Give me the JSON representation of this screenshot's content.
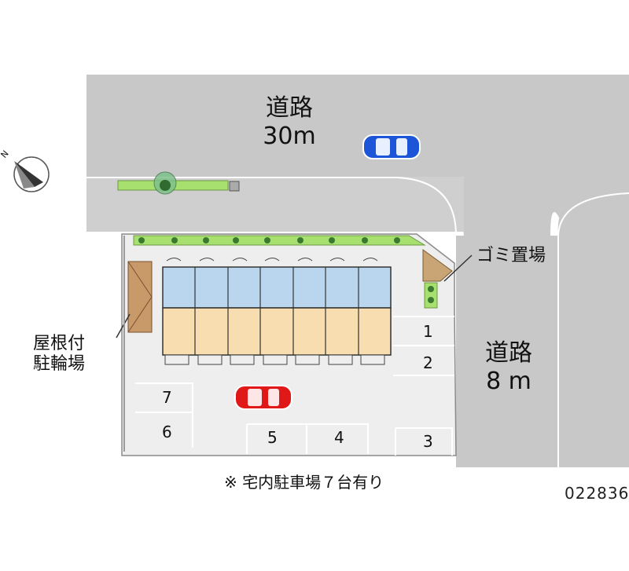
{
  "roads": {
    "north": {
      "name": "道路",
      "width": "30m"
    },
    "east": {
      "name": "道路",
      "width": "8 m"
    }
  },
  "labels": {
    "garbage": "ゴミ置場",
    "covered_parking_line1": "屋根付",
    "covered_parking_line2": "駐輪場"
  },
  "parking_slots": [
    "1",
    "2",
    "3",
    "4",
    "5",
    "6",
    "7"
  ],
  "note": "※ 宅内駐車場７台有り",
  "property_code": "022836",
  "compass": {
    "north_letter": "N"
  },
  "colors": {
    "road": "#c8c8c8",
    "lot": "#eeeeee",
    "unit_upper": "#b9d6ee",
    "unit_lower": "#f7ddb0",
    "hedge": "#a8e070",
    "bike_shelter": "#c89a6a",
    "car_blue": "#1c55d8",
    "car_red": "#e01818"
  }
}
